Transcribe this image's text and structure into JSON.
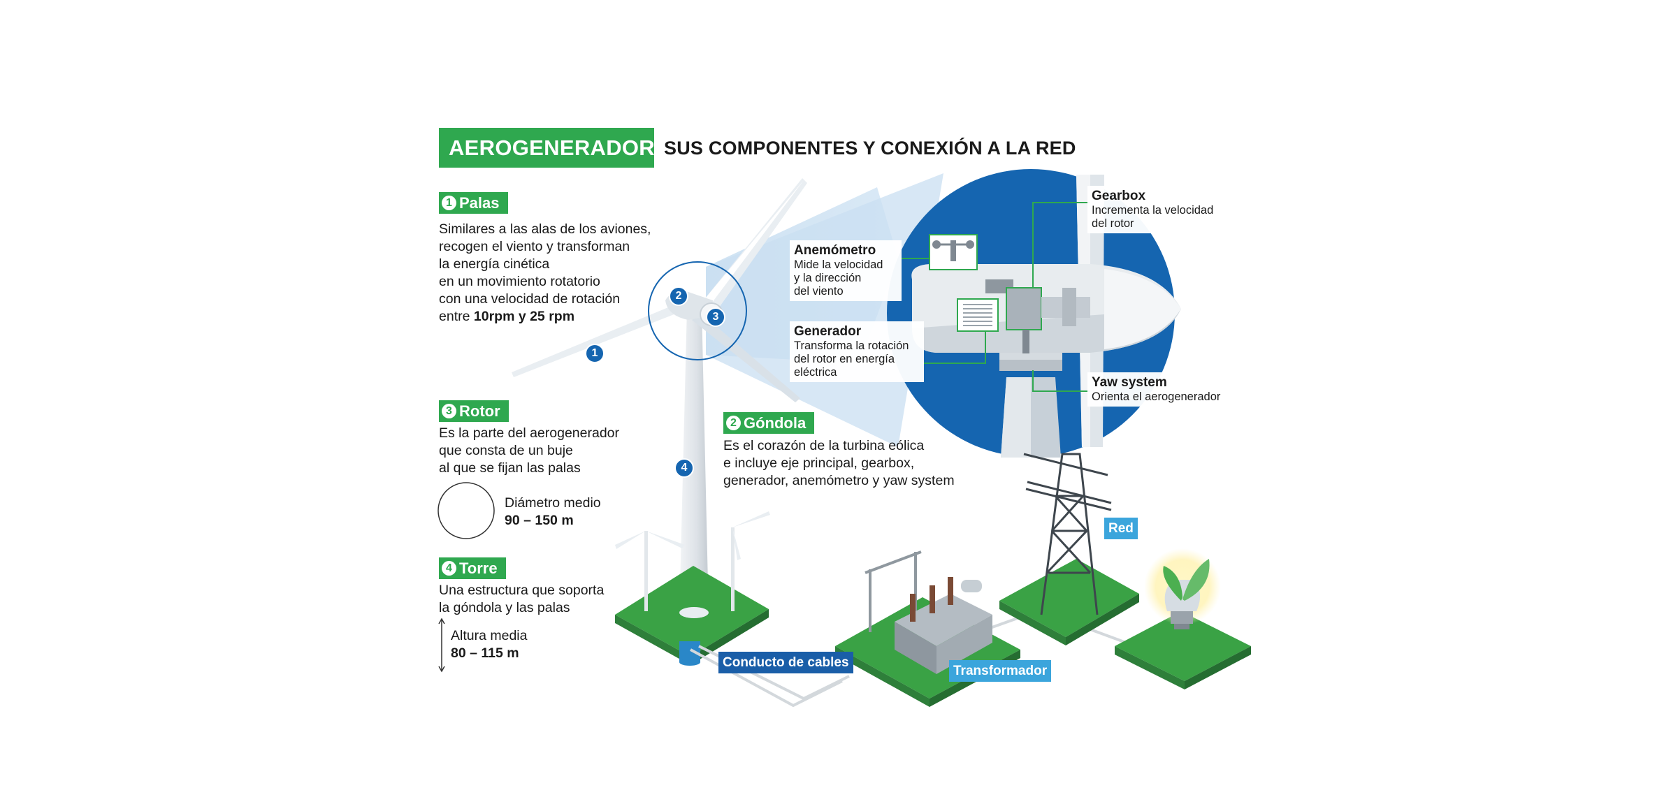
{
  "header": {
    "title": "AEROGENERADOR",
    "subtitle": "SUS COMPONENTES Y CONEXIÓN A LA RED"
  },
  "palas": {
    "number": "1",
    "label": "Palas",
    "text_lines": [
      "Similares a las alas de los aviones,",
      "recogen el viento y transforman",
      "la energía cinética",
      "en un movimiento rotatorio",
      "con una velocidad de rotación"
    ],
    "last_prefix": "entre ",
    "last_bold": "10rpm y 25 rpm"
  },
  "rotor": {
    "number": "3",
    "label": "Rotor",
    "text_lines": [
      "Es la parte del aerogenerador",
      "que consta de un buje",
      "al que se fijan las palas"
    ],
    "measure_label": "Diámetro medio",
    "measure_value": "90 – 150 m"
  },
  "torre": {
    "number": "4",
    "label": "Torre",
    "text_lines": [
      "Una estructura que soporta",
      "la góndola y las palas"
    ],
    "measure_label": "Altura media",
    "measure_value": "80 – 115 m"
  },
  "gondola": {
    "number": "2",
    "label": "Góndola",
    "text_lines": [
      "Es el corazón de la turbina eólica",
      "e incluye eje principal, gearbox,",
      "generador, anemómetro y yaw system"
    ]
  },
  "callouts": {
    "anemometro": {
      "title": "Anemómetro",
      "lines": [
        "Mide la velocidad",
        "y la dirección",
        "del viento"
      ]
    },
    "generador": {
      "title": "Generador",
      "lines": [
        "Transforma la rotación",
        "del rotor en energía",
        "eléctrica"
      ]
    },
    "gearbox": {
      "title": "Gearbox",
      "lines": [
        "Incrementa la velocidad",
        "del rotor"
      ]
    },
    "yaw": {
      "title": "Yaw system",
      "lines": [
        "Orienta el aerogenerador"
      ]
    }
  },
  "chips": {
    "red": "Red",
    "conducto": "Conducto de cables",
    "transformador": "Transformador"
  },
  "badges": {
    "one": "1",
    "two": "2",
    "three": "3",
    "four": "4"
  },
  "colors": {
    "green": "#2fa84f",
    "blue_dark": "#1565b0",
    "blue_light": "#3ba5dc",
    "grass": "#3aa245"
  }
}
